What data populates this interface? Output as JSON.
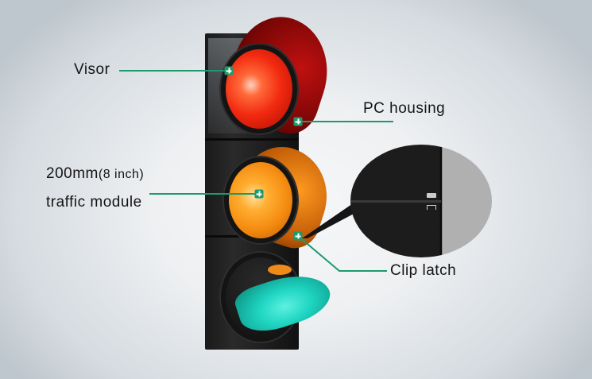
{
  "diagram": {
    "subject": "Three-aspect traffic signal light",
    "colors": {
      "accent_line": "#1d9a6c",
      "red_lamp": "#ff2a12",
      "amber_lamp": "#ffa21a",
      "green_lamp": "#1fd6c2",
      "housing": "#1c1c1c",
      "text": "#141414"
    },
    "callouts": [
      {
        "id": "visor",
        "label": "Visor"
      },
      {
        "id": "pc-housing",
        "label": "PC housing"
      },
      {
        "id": "traffic-module",
        "label_line1_main": "200mm",
        "label_line1_paren": "(8 inch)",
        "label_line2": "traffic module"
      },
      {
        "id": "clip-latch",
        "label": "Clip latch"
      }
    ],
    "lamps": [
      {
        "position": "top",
        "color": "red"
      },
      {
        "position": "middle",
        "color": "amber"
      },
      {
        "position": "bottom",
        "color": "green"
      }
    ],
    "inset": {
      "depicts": "Clip latch close-up"
    }
  }
}
